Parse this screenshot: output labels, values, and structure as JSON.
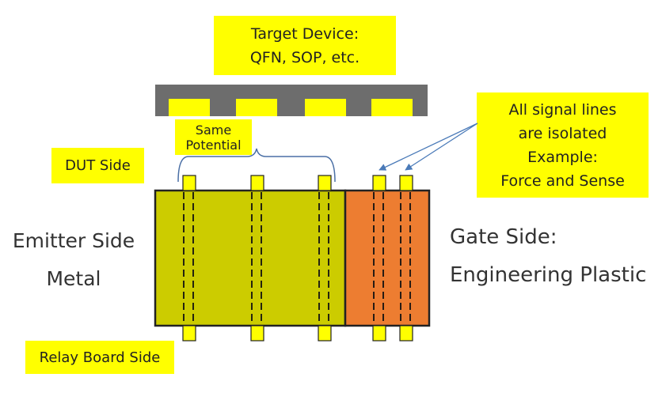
{
  "target_device": {
    "line1": "Target Device:",
    "line2": "QFN, SOP, etc."
  },
  "same_potential": {
    "line1": "Same",
    "line2": "Potential"
  },
  "dut_side": "DUT Side",
  "relay_board_side": "Relay Board Side",
  "emitter_side": {
    "line1": "Emitter Side",
    "line2": "Metal"
  },
  "gate_side": {
    "line1": "Gate Side:",
    "line2": "Engineering Plastic"
  },
  "signal_note": {
    "line1": "All signal lines",
    "line2": "are isolated",
    "line3": "Example:",
    "line4": "Force and Sense"
  },
  "colors": {
    "highlight": "#ffff00",
    "emitter_metal": "#cccc00",
    "gate_plastic": "#ed7d31",
    "package_body": "#6d6d6d",
    "arrow": "#4a7ab8"
  }
}
